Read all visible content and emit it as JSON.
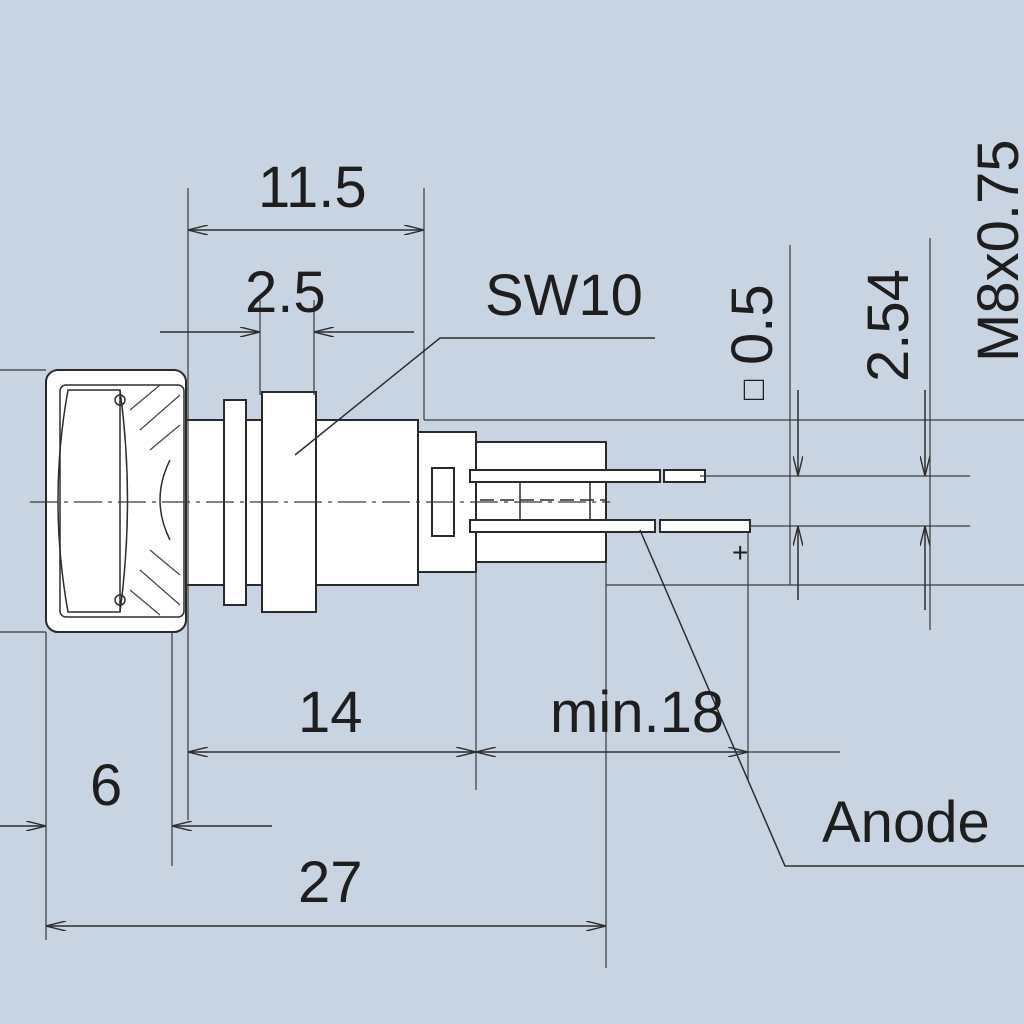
{
  "dimensions": {
    "d_11_5": "11.5",
    "d_2_5": "2.5",
    "sw10": "SW10",
    "d_0_5": "0.5",
    "square_symbol": "□",
    "d_2_54": "2.54",
    "thread": "M8x0.75",
    "d_14": "14",
    "min_18": "min.18",
    "d_6": "6",
    "d_27": "27",
    "anode": "Anode",
    "plus": "+"
  },
  "colors": {
    "background": "#c9d4e3",
    "ink": "#2d2d2d",
    "part_fill": "#ffffff"
  }
}
